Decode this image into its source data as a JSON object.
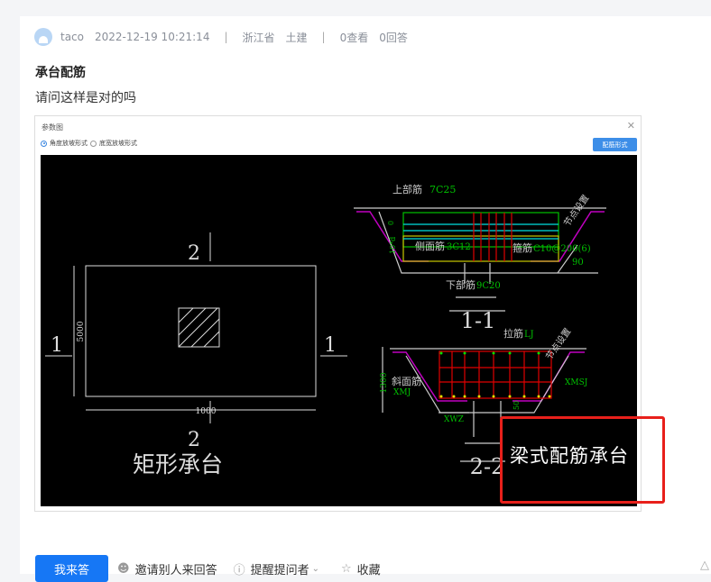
{
  "post": {
    "author": "taco",
    "datetime": "2022-12-19 10:21:14",
    "separator": "|",
    "region": "浙江省",
    "category": "土建",
    "views": "0查看",
    "answers": "0回答",
    "title": "承台配筋",
    "body": "请问这样是对的吗"
  },
  "screenshot": {
    "dialog_title": "参数图",
    "close": "✕",
    "radio_options": [
      "角度放坡形式",
      "底宽放坡形式"
    ],
    "selected_radio": "角度放坡形式",
    "button": "配筋形式",
    "cad": {
      "plan_label_top": "2",
      "plan_label_bottom": "2",
      "plan_label_left": "1",
      "plan_label_right": "1",
      "plan_dim_vertical": "5000",
      "plan_dim_horizontal": "1000",
      "plan_title": "矩形承台",
      "top_bar_label": "上部筋",
      "top_bar_value": "7C25",
      "side_bar_label": "侧面筋",
      "side_bar_value": "3C12",
      "stirrup_label": "箍筋",
      "stirrup_value": "C10@200(6)",
      "bottom_bar_label": "下部筋",
      "bottom_bar_value": "9C20",
      "node_setting": "节点设置",
      "angle": "90",
      "dim_0": "0",
      "dim_10d": "10*d",
      "section_1": "1-1",
      "tie_label": "拉筋",
      "tie_value": "LJ",
      "dim_1300": "1300",
      "slope_label": "斜面筋",
      "slope_value": "XMJ",
      "xmsj": "XMSJ",
      "xwz": "XWZ",
      "dim_50": "50",
      "section_2": "2-2"
    },
    "annotation": "梁式配筋承台",
    "colors": {
      "annotation_box": "#e8201b",
      "cad_bg": "#000000",
      "green": "#00c000",
      "magenta": "#c000c0",
      "red": "#e00000",
      "cyan": "#00e0e0"
    }
  },
  "actions": {
    "answer": "我来答",
    "invite": "邀请别人来回答",
    "remind": "提醒提问者",
    "favorite": "收藏"
  }
}
